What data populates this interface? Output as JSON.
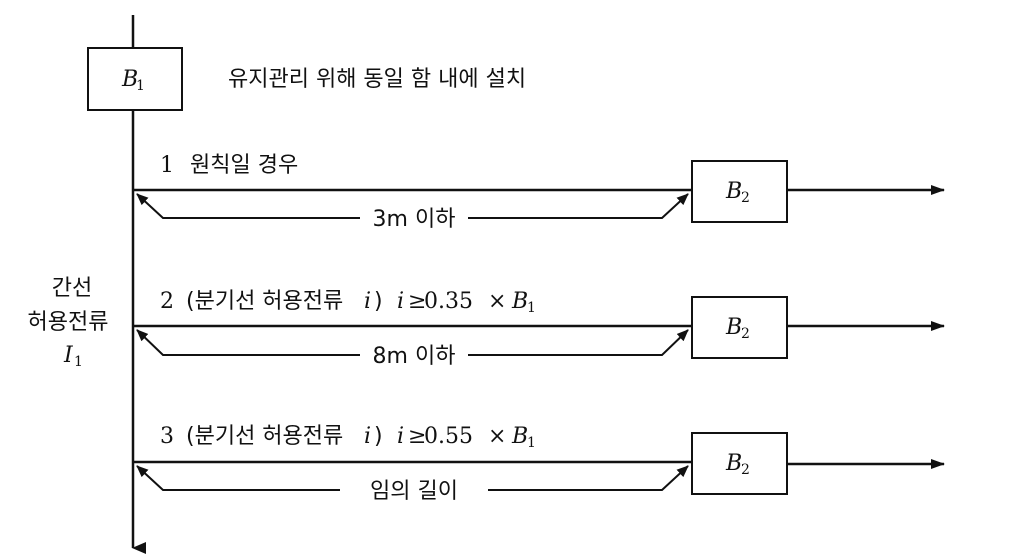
{
  "top_box": {
    "letter": "B",
    "sub": "1"
  },
  "top_note": "유지관리 위해 동일 함 내에 설치",
  "main_line": {
    "line1": "간선",
    "line2": "허용전류",
    "symbol": "I",
    "symbol_sub": "1"
  },
  "cases": [
    {
      "num": "1",
      "text": "원칙일 경우",
      "formula": null,
      "distance": "3m 이하",
      "box_letter": "B",
      "box_sub": "2"
    },
    {
      "num": "2",
      "text": "(분기선 허용전류",
      "cur_symbol": "i",
      "formula": {
        "lhs": "i",
        "op": "≥",
        "value": "0.35",
        "times": "×",
        "rhs": "B",
        "rhs_sub": "1"
      },
      "close_paren": ")",
      "distance": "8m 이하",
      "box_letter": "B",
      "box_sub": "2"
    },
    {
      "num": "3",
      "text": "(분기선 허용전류",
      "cur_symbol": "i",
      "formula": {
        "lhs": "i",
        "op": "≥",
        "value": "0.55",
        "times": "×",
        "rhs": "B",
        "rhs_sub": "1"
      },
      "close_paren": ")",
      "distance": "임의 길이",
      "box_letter": "B",
      "box_sub": "2"
    }
  ]
}
